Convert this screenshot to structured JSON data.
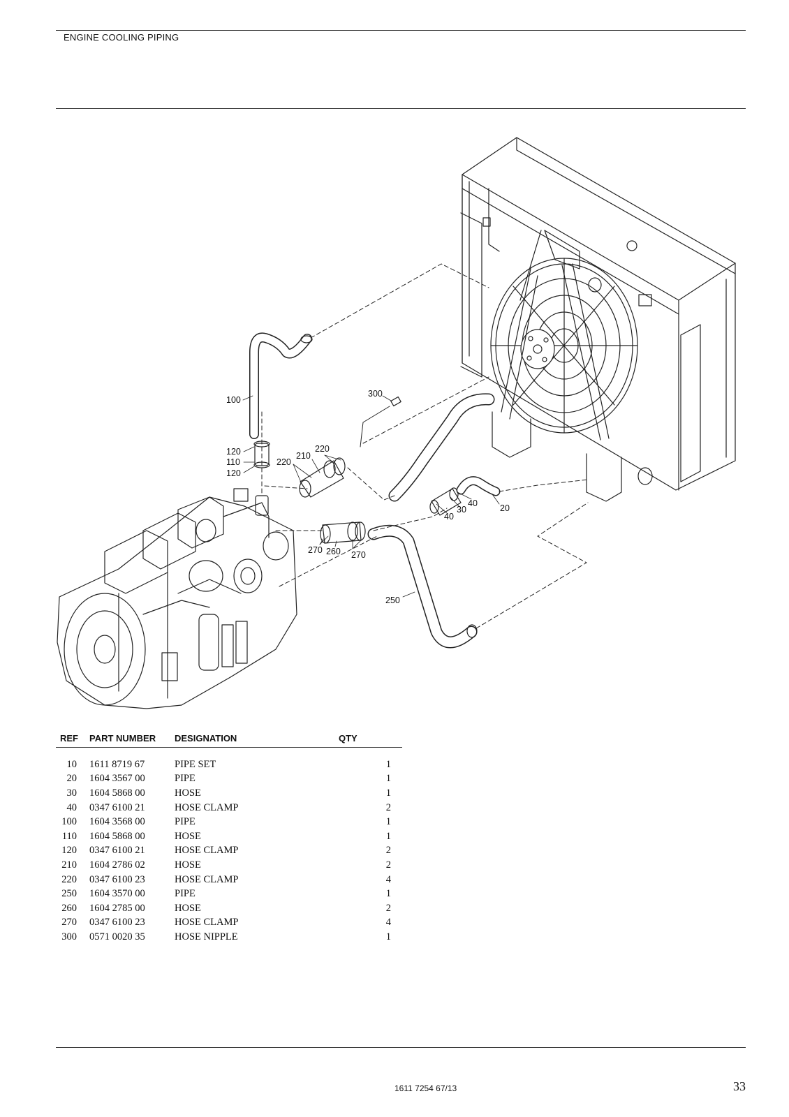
{
  "header": {
    "title": "ENGINE COOLING PIPING"
  },
  "figure": {
    "callouts": [
      "100",
      "300",
      "120",
      "110",
      "120",
      "220",
      "210",
      "220",
      "40",
      "30",
      "40",
      "20",
      "270",
      "260",
      "270",
      "250"
    ]
  },
  "parts_table": {
    "columns": {
      "ref": "REF",
      "part_number": "PART NUMBER",
      "designation": "DESIGNATION",
      "qty": "QTY"
    },
    "rows": [
      {
        "ref": "10",
        "part_number": "1611 8719 67",
        "designation": "PIPE SET",
        "qty": "1"
      },
      {
        "ref": "20",
        "part_number": "1604 3567 00",
        "designation": "PIPE",
        "qty": "1"
      },
      {
        "ref": "30",
        "part_number": "1604 5868 00",
        "designation": "HOSE",
        "qty": "1"
      },
      {
        "ref": "40",
        "part_number": "0347 6100 21",
        "designation": "HOSE CLAMP",
        "qty": "2"
      },
      {
        "ref": "100",
        "part_number": "1604 3568 00",
        "designation": "PIPE",
        "qty": "1"
      },
      {
        "ref": "110",
        "part_number": "1604 5868 00",
        "designation": "HOSE",
        "qty": "1"
      },
      {
        "ref": "120",
        "part_number": "0347 6100 21",
        "designation": "HOSE CLAMP",
        "qty": "2"
      },
      {
        "ref": "210",
        "part_number": "1604 2786 02",
        "designation": "HOSE",
        "qty": "2"
      },
      {
        "ref": "220",
        "part_number": "0347 6100 23",
        "designation": "HOSE CLAMP",
        "qty": "4"
      },
      {
        "ref": "250",
        "part_number": "1604 3570 00",
        "designation": "PIPE",
        "qty": "1"
      },
      {
        "ref": "260",
        "part_number": "1604 2785 00",
        "designation": "HOSE",
        "qty": "2"
      },
      {
        "ref": "270",
        "part_number": "0347 6100 23",
        "designation": "HOSE CLAMP",
        "qty": "4"
      },
      {
        "ref": "300",
        "part_number": "0571 0020 35",
        "designation": "HOSE NIPPLE",
        "qty": "1"
      }
    ]
  },
  "footer": {
    "doc_number": "1611 7254 67/13",
    "page_number": "33"
  }
}
